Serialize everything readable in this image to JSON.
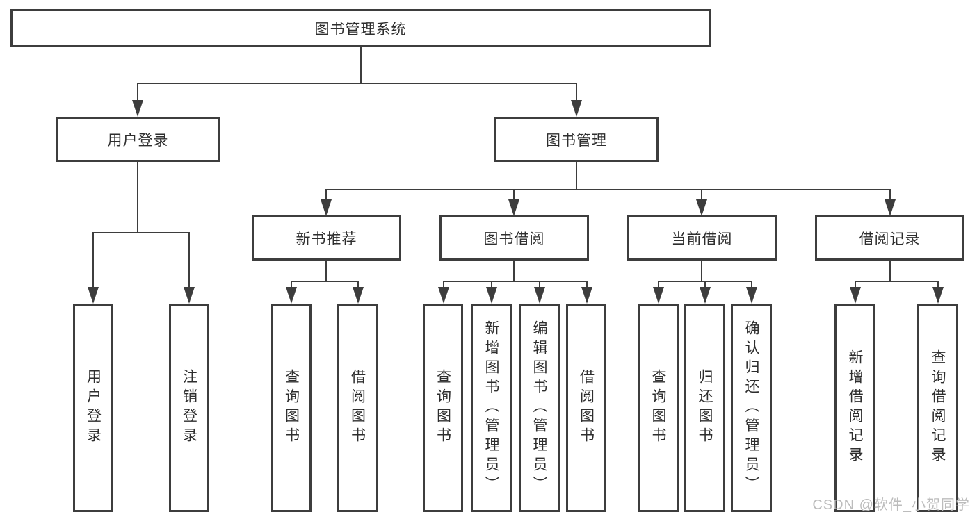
{
  "diagram": {
    "title": "图书管理系统",
    "level1": {
      "user_login": "用户登录",
      "book_mgmt": "图书管理"
    },
    "level2": {
      "new_book_rec": "新书推荐",
      "book_borrow": "图书借阅",
      "current_borrow": "当前借阅",
      "borrow_records": "借阅记录"
    },
    "leaves": {
      "user_login": "用户登录",
      "logout": "注销登录",
      "rec_query": "查询图书",
      "rec_borrow": "借阅图书",
      "bb_query": "查询图书",
      "bb_add": "新增图书（管理员）",
      "bb_edit": "编辑图书（管理员）",
      "bb_borrow": "借阅图书",
      "cb_query": "查询图书",
      "cb_return": "归还图书",
      "cb_confirm": "确认归还（管理员）",
      "br_add": "新增借阅记录",
      "br_query": "查询借阅记录"
    },
    "watermark": "CSDN @软件_小贺同学",
    "colors": {
      "line": "#3d3d3d",
      "text": "#2e2e2e",
      "watermark": "#bcbcbc",
      "background": "#ffffff"
    }
  }
}
